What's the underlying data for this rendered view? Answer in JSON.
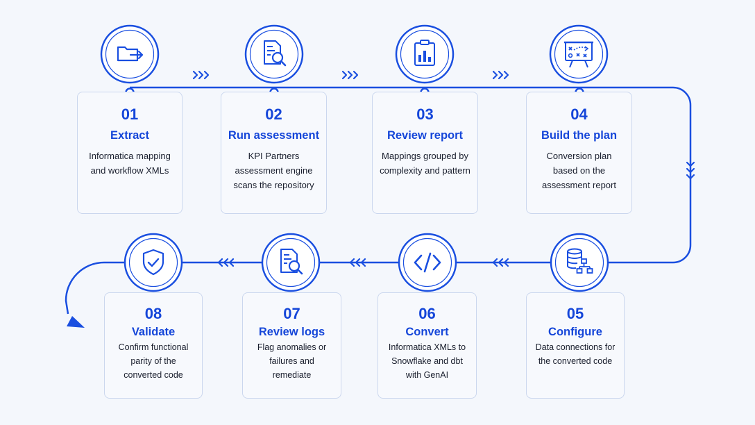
{
  "steps": [
    {
      "number": "01",
      "title": "Extract",
      "description": [
        "Informatica mapping",
        "and workflow XMLs"
      ],
      "icon": "folder-export-icon"
    },
    {
      "number": "02",
      "title": "Run assessment",
      "description": [
        "KPI Partners",
        "assessment engine",
        "scans the repository"
      ],
      "icon": "document-search-icon"
    },
    {
      "number": "03",
      "title": "Review report",
      "description": [
        "Mappings grouped by",
        "complexity and pattern"
      ],
      "icon": "clipboard-chart-icon"
    },
    {
      "number": "04",
      "title": "Build the plan",
      "description": [
        "Conversion plan",
        "based on the",
        "assessment report"
      ],
      "icon": "strategy-board-icon"
    },
    {
      "number": "05",
      "title": "Configure",
      "description": [
        "Data connections for",
        "the converted code"
      ],
      "icon": "database-network-icon"
    },
    {
      "number": "06",
      "title": "Convert",
      "description": [
        "Informatica XMLs to",
        "Snowflake and dbt",
        "with GenAI"
      ],
      "icon": "code-icon"
    },
    {
      "number": "07",
      "title": "Review logs",
      "description": [
        "Flag anomalies or",
        "failures and",
        "remediate"
      ],
      "icon": "log-search-icon"
    },
    {
      "number": "08",
      "title": "Validate",
      "description": [
        "Confirm functional",
        "parity of the",
        "converted code"
      ],
      "icon": "shield-check-icon"
    }
  ],
  "colors": {
    "accent": "#1546d9",
    "card_border": "#cbd7ee",
    "background": "#f4f7fc",
    "text": "#1a1f2e"
  }
}
